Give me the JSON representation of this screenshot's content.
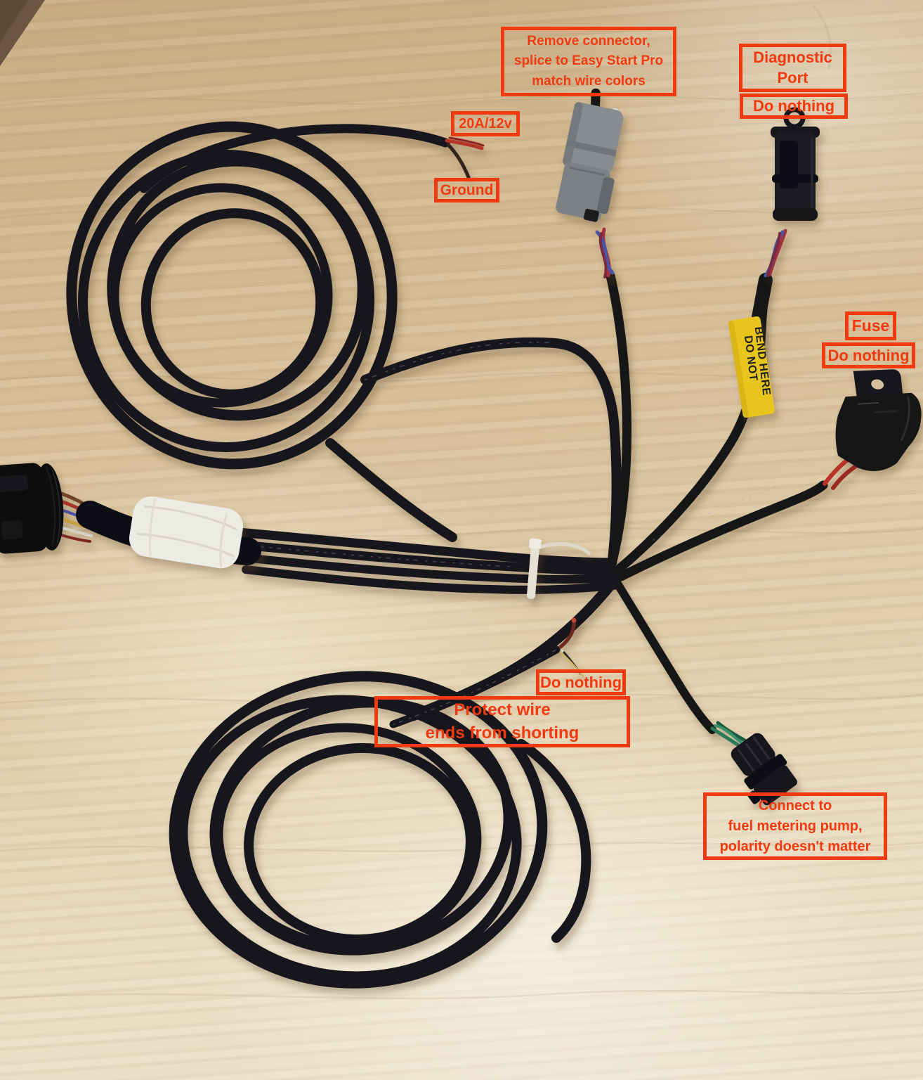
{
  "annotations": {
    "remove_connector": [
      "Remove connector,",
      "splice to Easy Start Pro",
      "match wire colors"
    ],
    "diagnostic_port": [
      "Diagnostic",
      "Port"
    ],
    "diagnostic_action": "Do nothing",
    "power_rating": "20A/12v",
    "ground": "Ground",
    "fuse": "Fuse",
    "fuse_action": "Do nothing",
    "wire_end_action": "Do nothing",
    "protect_wire": [
      "Protect wire",
      "ends from shorting"
    ],
    "fuel_pump": [
      "Connect to",
      "fuel metering pump,",
      "polarity doesn't matter"
    ]
  },
  "cable_tag": {
    "line1": "DO NOT",
    "line2": "BEND HERE"
  },
  "colors": {
    "annotation_orange": "#f23a10",
    "tag_yellow": "#e8c51d",
    "cable_black": "#17181b",
    "connector_gray": "#898c8f",
    "tape_white": "#ecebe4",
    "zip_tie_white": "#e6e2d6",
    "wood_base": "#d8c19c",
    "wire_red": "#a8352e",
    "wire_blue": "#4a55a8",
    "wire_green": "#2c7a58"
  }
}
